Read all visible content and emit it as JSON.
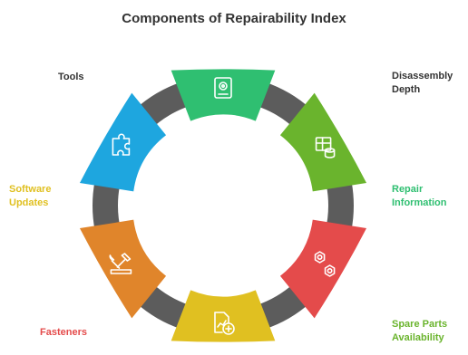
{
  "title": "Components of Repairability Index",
  "components": [
    {
      "id": "disassembly",
      "lines": [
        "Disassembly",
        "Depth"
      ],
      "color": "#1ea6df",
      "icon": "puzzle-icon"
    },
    {
      "id": "repair-info",
      "lines": [
        "Repair",
        "Information"
      ],
      "color": "#2fbf71",
      "icon": "manual-icon"
    },
    {
      "id": "spare-parts",
      "lines": [
        "Spare Parts",
        "Availability"
      ],
      "color": "#6ab42d",
      "icon": "parts-database-icon"
    },
    {
      "id": "fasteners",
      "lines": [
        "Fasteners"
      ],
      "color": "#e44b4b",
      "icon": "nuts-icon"
    },
    {
      "id": "software",
      "lines": [
        "Software",
        "Updates"
      ],
      "color": "#e0c021",
      "icon": "software-update-icon"
    },
    {
      "id": "tools",
      "lines": [
        "Tools"
      ],
      "color": "#e0852b",
      "icon": "tools-icon"
    }
  ],
  "label_colors": {
    "disassembly": "#333333",
    "repair-info": "#2fbf71",
    "spare-parts": "#6ab42d",
    "fasteners": "#e44b4b",
    "software": "#e0c021",
    "tools": "#333333"
  }
}
